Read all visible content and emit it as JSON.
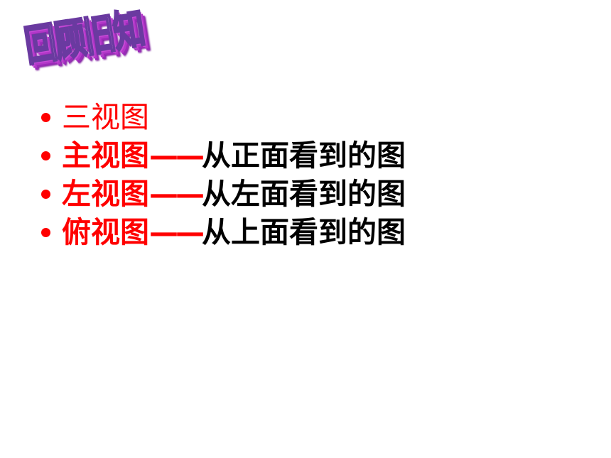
{
  "title": {
    "text": "回顾旧知"
  },
  "bullets": [
    {
      "term": "三视图",
      "dash": "",
      "desc": ""
    },
    {
      "term": "主视图",
      "dash": "——",
      "desc": "从正面看到的图"
    },
    {
      "term": "左视图",
      "dash": "——",
      "desc": "从左面看到的图"
    },
    {
      "term": "俯视图",
      "dash": "——",
      "desc": "从上面看到的图"
    }
  ],
  "colors": {
    "term": "#ff0000",
    "desc": "#000000",
    "wordart_outline": "#6a3aa0",
    "wordart_shadow": "#b238c8"
  }
}
